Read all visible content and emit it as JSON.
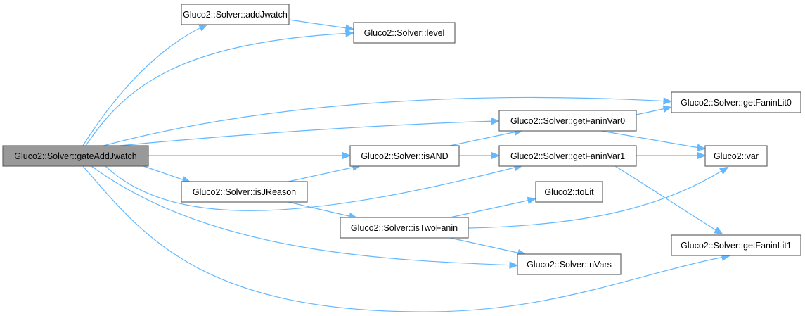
{
  "diagram": {
    "type": "call-graph",
    "edge_color": "#63b8ff",
    "root_fill": "#999999",
    "node_fill": "#ffffff",
    "node_border": "#666666",
    "nodes": [
      {
        "id": "gateAddJwatch",
        "label": "Gluco2::Solver::gateAddJwatch",
        "root": true
      },
      {
        "id": "addJwatch",
        "label": "Gluco2::Solver::addJwatch"
      },
      {
        "id": "level",
        "label": "Gluco2::Solver::level"
      },
      {
        "id": "getFaninLit0",
        "label": "Gluco2::Solver::getFaninLit0"
      },
      {
        "id": "getFaninVar0",
        "label": "Gluco2::Solver::getFaninVar0"
      },
      {
        "id": "isAND",
        "label": "Gluco2::Solver::isAND"
      },
      {
        "id": "getFaninVar1",
        "label": "Gluco2::Solver::getFaninVar1"
      },
      {
        "id": "var",
        "label": "Gluco2::var"
      },
      {
        "id": "isJReason",
        "label": "Gluco2::Solver::isJReason"
      },
      {
        "id": "toLit",
        "label": "Gluco2::toLit"
      },
      {
        "id": "isTwoFanin",
        "label": "Gluco2::Solver::isTwoFanin"
      },
      {
        "id": "getFaninLit1",
        "label": "Gluco2::Solver::getFaninLit1"
      },
      {
        "id": "nVars",
        "label": "Gluco2::Solver::nVars"
      }
    ],
    "edges": [
      {
        "from": "gateAddJwatch",
        "to": "addJwatch"
      },
      {
        "from": "gateAddJwatch",
        "to": "level"
      },
      {
        "from": "gateAddJwatch",
        "to": "getFaninLit0"
      },
      {
        "from": "gateAddJwatch",
        "to": "getFaninVar0"
      },
      {
        "from": "gateAddJwatch",
        "to": "isAND"
      },
      {
        "from": "gateAddJwatch",
        "to": "getFaninVar1"
      },
      {
        "from": "gateAddJwatch",
        "to": "isJReason"
      },
      {
        "from": "gateAddJwatch",
        "to": "nVars"
      },
      {
        "from": "gateAddJwatch",
        "to": "getFaninLit1"
      },
      {
        "from": "addJwatch",
        "to": "level"
      },
      {
        "from": "getFaninVar0",
        "to": "getFaninLit0"
      },
      {
        "from": "getFaninVar0",
        "to": "var"
      },
      {
        "from": "isAND",
        "to": "getFaninVar0"
      },
      {
        "from": "isAND",
        "to": "getFaninVar1"
      },
      {
        "from": "getFaninVar1",
        "to": "var"
      },
      {
        "from": "getFaninVar1",
        "to": "getFaninLit1"
      },
      {
        "from": "isJReason",
        "to": "isAND"
      },
      {
        "from": "isJReason",
        "to": "isTwoFanin"
      },
      {
        "from": "isTwoFanin",
        "to": "toLit"
      },
      {
        "from": "isTwoFanin",
        "to": "var"
      },
      {
        "from": "isTwoFanin",
        "to": "nVars"
      }
    ]
  }
}
